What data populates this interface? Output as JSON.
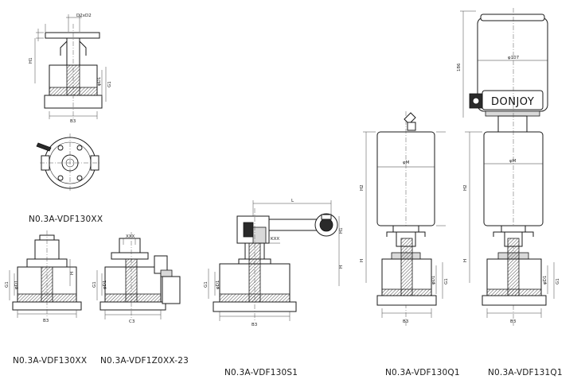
{
  "labels": {
    "top_left": "N0.3A-VDF130XX",
    "bottom_1": "N0.3A-VDF130XX",
    "bottom_2": "N0.3A-VDF1Z0XX-23",
    "bottom_3": "N0.3A-VDF130S1",
    "bottom_4": "N0.3A-VDF130Q1",
    "bottom_5": "N0.3A-VDF131Q1"
  },
  "brand": "DONJOY",
  "dims": {
    "d2": "D2xD2",
    "h1": "H1",
    "h2": "H2",
    "h": "H",
    "g1": "G1",
    "od": "φD1",
    "b3": "B3",
    "c3": "C3",
    "l": "L",
    "xxx": "XXX",
    "phi_m": "φM",
    "phi_107": "φ107",
    "h186": "186",
    "kxx": "KXX"
  }
}
